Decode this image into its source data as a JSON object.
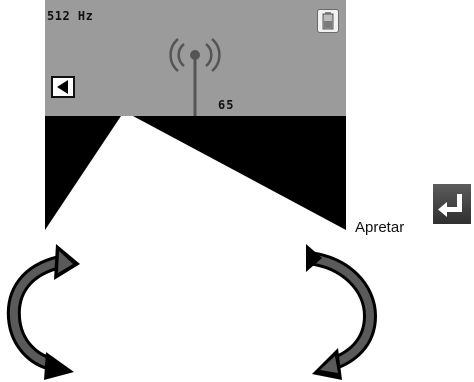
{
  "screen": {
    "frequency": "512 Hz",
    "signal_value": "65",
    "battery_icon": "battery-icon",
    "back_icon": "back-arrow-icon",
    "antenna_icon": "antenna-signal-icon"
  },
  "instruction": {
    "press_label": "Apretar",
    "enter_icon": "enter-return-icon"
  },
  "gestures": {
    "left_icon": "rotate-arrow-left-icon",
    "right_icon": "rotate-arrow-right-icon"
  },
  "colors": {
    "panel": "#9b9b9b",
    "beam_dark": "#000000",
    "beam_light": "#ffffff",
    "key": "#3f3f3f"
  }
}
